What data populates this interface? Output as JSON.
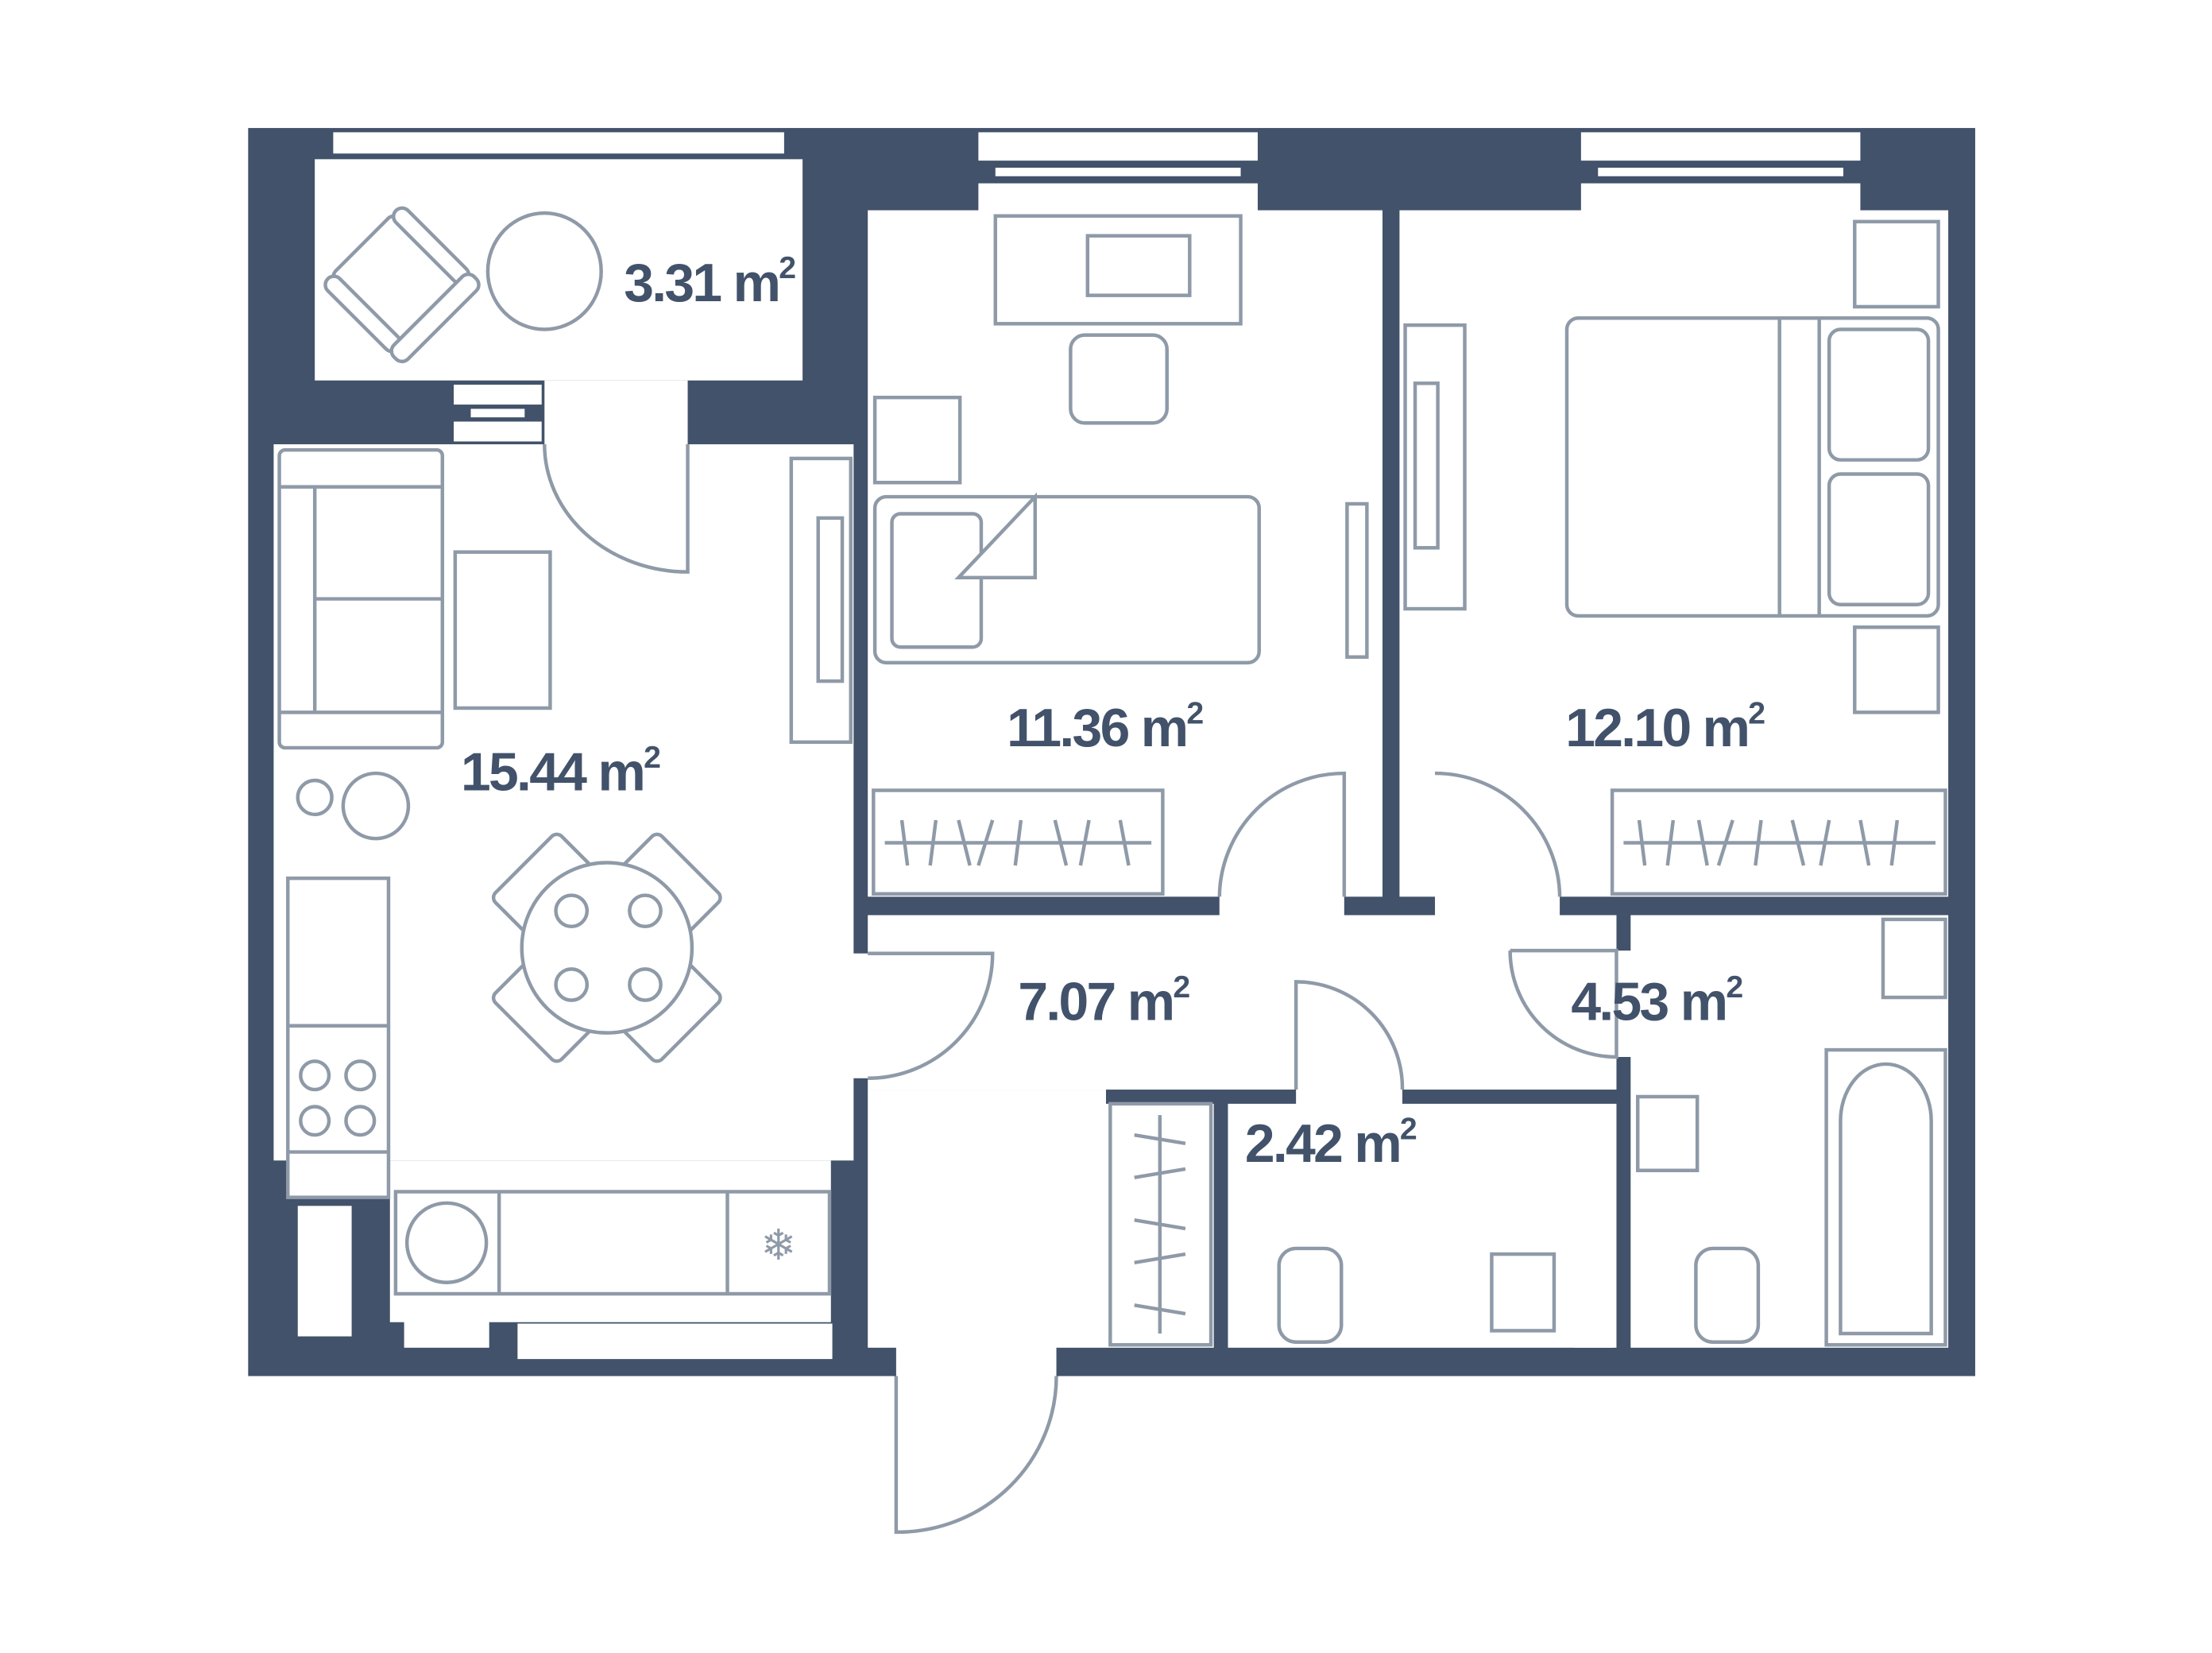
{
  "plan": {
    "colors": {
      "wall": "#42526a",
      "furniture": "#8f9aa8",
      "background": "#ffffff"
    },
    "unit": "m",
    "unit_power": "2",
    "rooms": [
      {
        "id": "balcony",
        "area": "3.31"
      },
      {
        "id": "living-kitchen",
        "area": "15.44"
      },
      {
        "id": "bedroom-1",
        "area": "11.36"
      },
      {
        "id": "bedroom-2",
        "area": "12.10"
      },
      {
        "id": "hallway",
        "area": "7.07"
      },
      {
        "id": "bathroom",
        "area": "4.53"
      },
      {
        "id": "wc",
        "area": "2.42"
      }
    ]
  }
}
